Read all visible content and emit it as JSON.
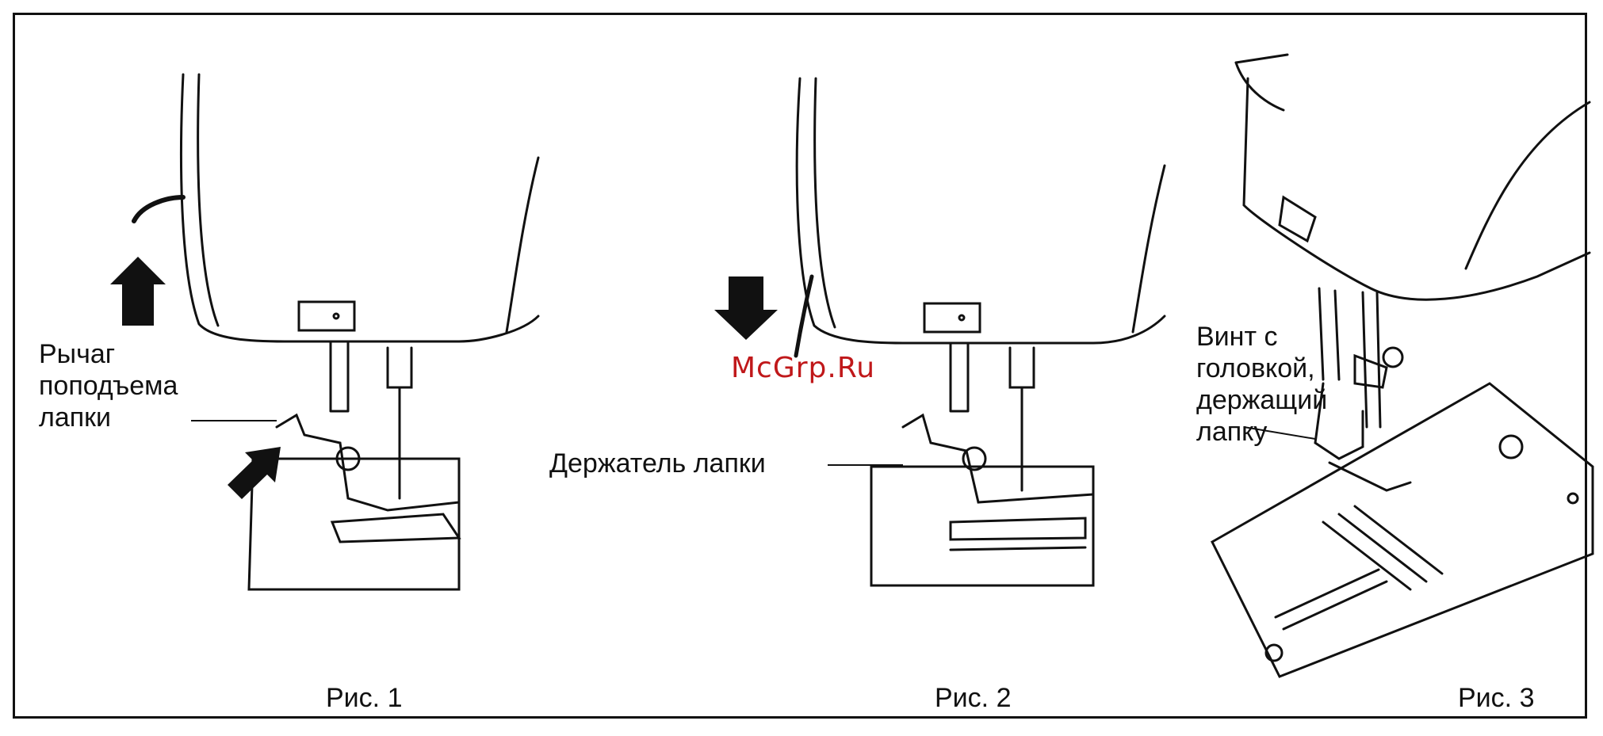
{
  "figures": [
    {
      "caption": "Рис. 1",
      "labels": [
        {
          "id": "lever",
          "text": "Рычаг\nпоподъема\nлапки"
        }
      ],
      "arrows": [
        "up",
        "diagonal-up-right"
      ]
    },
    {
      "caption": "Рис. 2",
      "labels": [
        {
          "id": "holder",
          "text": "Держатель лапки"
        }
      ],
      "arrows": [
        "down"
      ]
    },
    {
      "caption": "Рис. 3",
      "labels": [
        {
          "id": "screw",
          "text": "Винт с\nголовкой,\nдержащий\nлапку"
        }
      ],
      "arrows": []
    }
  ],
  "watermark": "McGrp.Ru",
  "colors": {
    "line": "#111111",
    "watermark": "#c0181a",
    "background": "#ffffff"
  }
}
